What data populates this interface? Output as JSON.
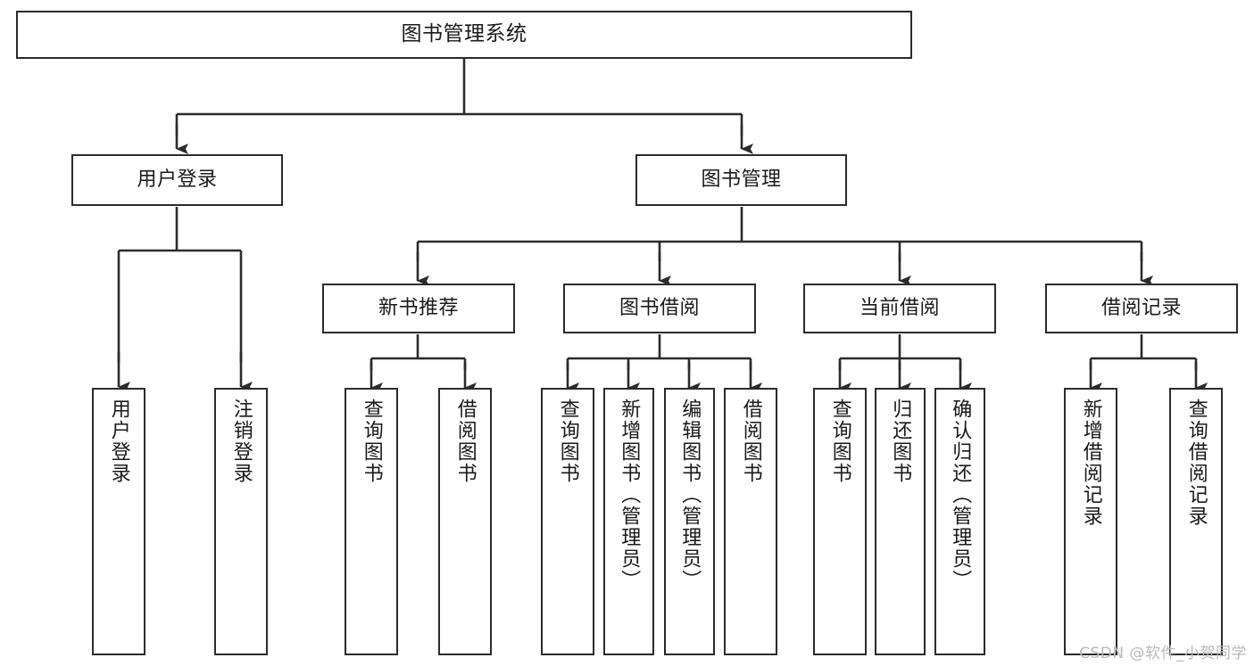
{
  "diagram": {
    "type": "tree-hierarchy-diagram",
    "title": "图书管理系统",
    "line_color": "#2b2b2b",
    "box_fill": "#ffffff",
    "text_color": "#1a1a1a",
    "levels": 4
  },
  "nodes": {
    "root": {
      "label": "图书管理系统"
    },
    "level2": [
      {
        "id": "user-login",
        "label": "用户登录"
      },
      {
        "id": "book-manage",
        "label": "图书管理"
      }
    ],
    "level3": [
      {
        "id": "new-book-recommend",
        "label": "新书推荐"
      },
      {
        "id": "book-borrow",
        "label": "图书借阅"
      },
      {
        "id": "current-borrow",
        "label": "当前借阅"
      },
      {
        "id": "borrow-record",
        "label": "借阅记录"
      }
    ],
    "leaves": {
      "user_login": [
        {
          "id": "leaf-user-login",
          "label": "用户登录"
        },
        {
          "id": "leaf-logout-login",
          "label": "注销登录"
        }
      ],
      "new_book_recommend": [
        {
          "id": "leaf-query-book-1",
          "label": "查询图书"
        },
        {
          "id": "leaf-borrow-book-1",
          "label": "借阅图书"
        }
      ],
      "book_borrow": [
        {
          "id": "leaf-query-book-2",
          "label": "查询图书"
        },
        {
          "id": "leaf-add-book",
          "label": "新增图书（管理员）"
        },
        {
          "id": "leaf-edit-book",
          "label": "编辑图书（管理员）"
        },
        {
          "id": "leaf-borrow-book-2",
          "label": "借阅图书"
        }
      ],
      "current_borrow": [
        {
          "id": "leaf-query-book-3",
          "label": "查询图书"
        },
        {
          "id": "leaf-return-book",
          "label": "归还图书"
        },
        {
          "id": "leaf-confirm-return",
          "label": "确认归还（管理员）"
        }
      ],
      "borrow_record": [
        {
          "id": "leaf-add-record",
          "label": "新增借阅记录"
        },
        {
          "id": "leaf-query-record",
          "label": "查询借阅记录"
        }
      ]
    }
  },
  "watermark": {
    "text": "CSDN @软件_小贺同学"
  }
}
